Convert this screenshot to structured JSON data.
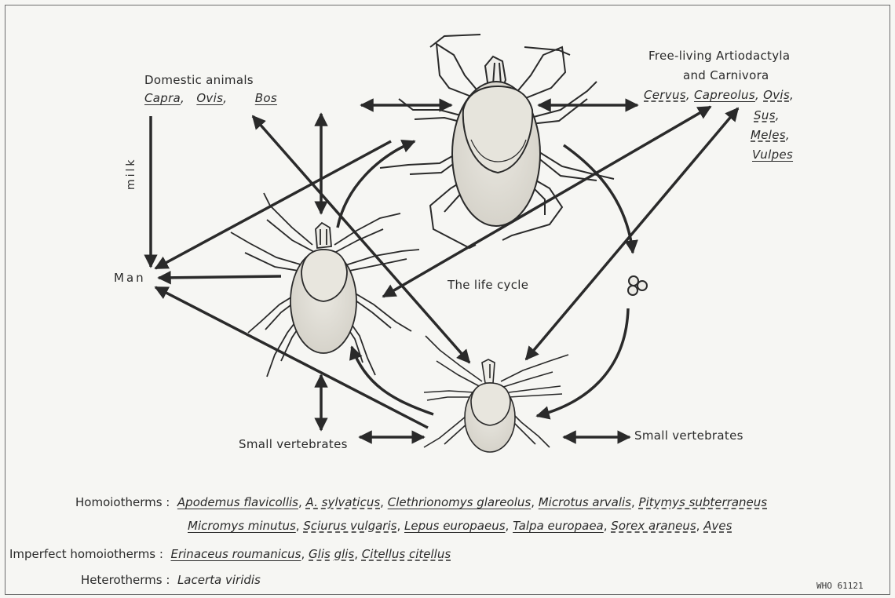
{
  "diagram": {
    "domestic": {
      "title": "Domestic animals",
      "genera": [
        "Capra",
        "Ovis",
        "Bos"
      ]
    },
    "wild": {
      "title_line1": "Free-living Artiodactyla",
      "title_line2": "and Carnivora",
      "genera_line1": [
        "Cervus",
        "Capreolus",
        "Ovis"
      ],
      "genera_rest": [
        "Sus",
        "Meles",
        "Vulpes"
      ]
    },
    "man": "Man",
    "milk": "milk",
    "life_cycle": "The life cycle",
    "small_vertebrates_left": "Small vertebrates",
    "small_vertebrates_right": "Small vertebrates"
  },
  "hosts": {
    "homoiotherms_label": "Homoiotherms :",
    "homoiotherms_line1": [
      "Apodemus flavicollis",
      "A. sylvaticus",
      "Clethrionomys glareolus",
      "Microtus arvalis",
      "Pitymys subterraneus"
    ],
    "homoiotherms_line2": [
      "Micromys minutus",
      "Sciurus vulgaris",
      "Lepus europaeus",
      "Talpa europaea",
      "Sorex araneus",
      "Aves"
    ],
    "imperfect_label": "Imperfect homoiotherms :",
    "imperfect": [
      "Erinaceus roumanicus",
      "Glis glis",
      "Citellus citellus"
    ],
    "heterotherms_label": "Heterotherms :",
    "heterotherms": [
      "Lacerta viridis"
    ]
  },
  "figure_id": "WHO 61121",
  "colors": {
    "ink": "#2a2a2a",
    "background": "#f6f6f3",
    "tick_fill": "#ecebe6"
  }
}
